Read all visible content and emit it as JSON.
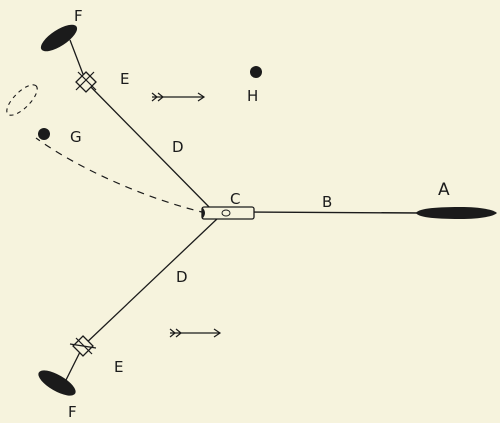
{
  "diagram": {
    "labels": {
      "A": "A",
      "B": "B",
      "C": "C",
      "D_upper": "D",
      "D_lower": "D",
      "E_upper": "E",
      "E_lower": "E",
      "F_upper": "F",
      "F_lower": "F",
      "G": "G",
      "H": "H"
    },
    "colors": {
      "background": "#f6f3dd",
      "ink": "#1b1b1b"
    }
  }
}
